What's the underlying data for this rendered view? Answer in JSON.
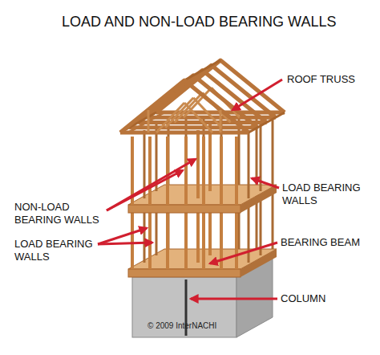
{
  "diagram": {
    "title": "LOAD AND NON-LOAD BEARING WALLS",
    "labels": [
      "ROOF TRUSS",
      "NON-LOAD BEARING WALLS",
      "LOAD BEARING WALLS",
      "LOAD BEARING WALLS",
      "BEARING BEAM",
      "COLUMN",
      "© 2009 InterNACHI"
    ]
  }
}
